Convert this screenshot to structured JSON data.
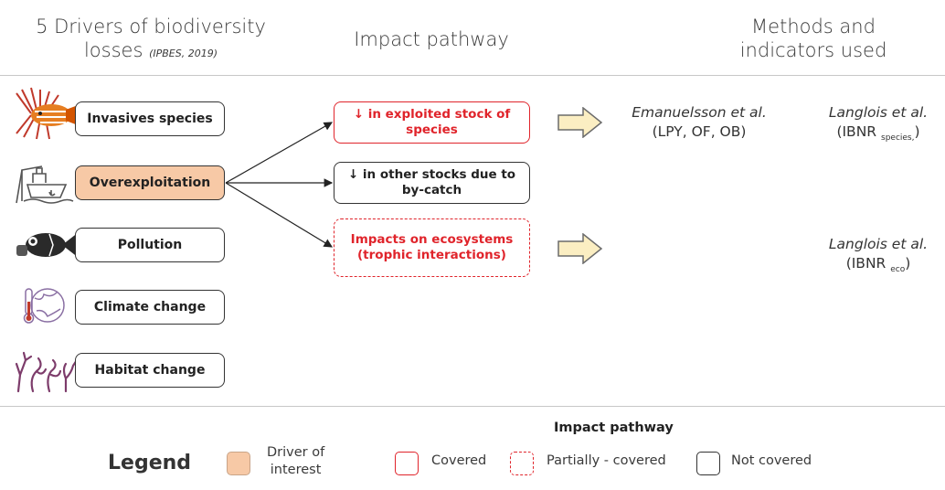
{
  "headers": {
    "drivers_title": "5 Drivers of biodiversity",
    "drivers_title2": "losses",
    "drivers_source": "(IPBES, 2019)",
    "pathway": "Impact pathway",
    "methods_line1": "Methods and",
    "methods_line2": "indicators used"
  },
  "drivers": [
    {
      "label": "Invasives species",
      "icon": "lionfish-icon",
      "highlight": false
    },
    {
      "label": "Overexploitation",
      "icon": "fishing-boat-icon",
      "highlight": true
    },
    {
      "label": "Pollution",
      "icon": "fish-gasmask-icon",
      "highlight": false
    },
    {
      "label": "Climate change",
      "icon": "globe-thermometer-icon",
      "highlight": false
    },
    {
      "label": "Habitat change",
      "icon": "coral-icon",
      "highlight": false
    }
  ],
  "pathways": [
    {
      "label": "↓ in exploited stock of species",
      "status": "covered"
    },
    {
      "label": "↓ in other stocks due to by-catch",
      "status": "not-covered"
    },
    {
      "label": "Impacts on ecosystems (trophic interactions)",
      "status": "partially-covered"
    }
  ],
  "methods": {
    "m1_author": "Emanuelsson et al.",
    "m1_ind": "(LPY, OF, OB)",
    "m2_author": "Langlois et al.",
    "m2_ind": "(IBNR",
    "m2_sub": "species,",
    "m2_close": ")",
    "m3_author": "Langlois et al.",
    "m3_ind": "(IBNR",
    "m3_sub": "eco",
    "m3_close": ")"
  },
  "legend": {
    "title": "Legend",
    "driver_line1": "Driver of",
    "driver_line2": "interest",
    "pathway_heading": "Impact pathway",
    "covered": "Covered",
    "partial": "Partially - covered",
    "not_covered": "Not covered"
  },
  "colors": {
    "highlight": "#f7c9a6",
    "covered": "#e0242b",
    "arrow_fill": "#fbeec2"
  }
}
